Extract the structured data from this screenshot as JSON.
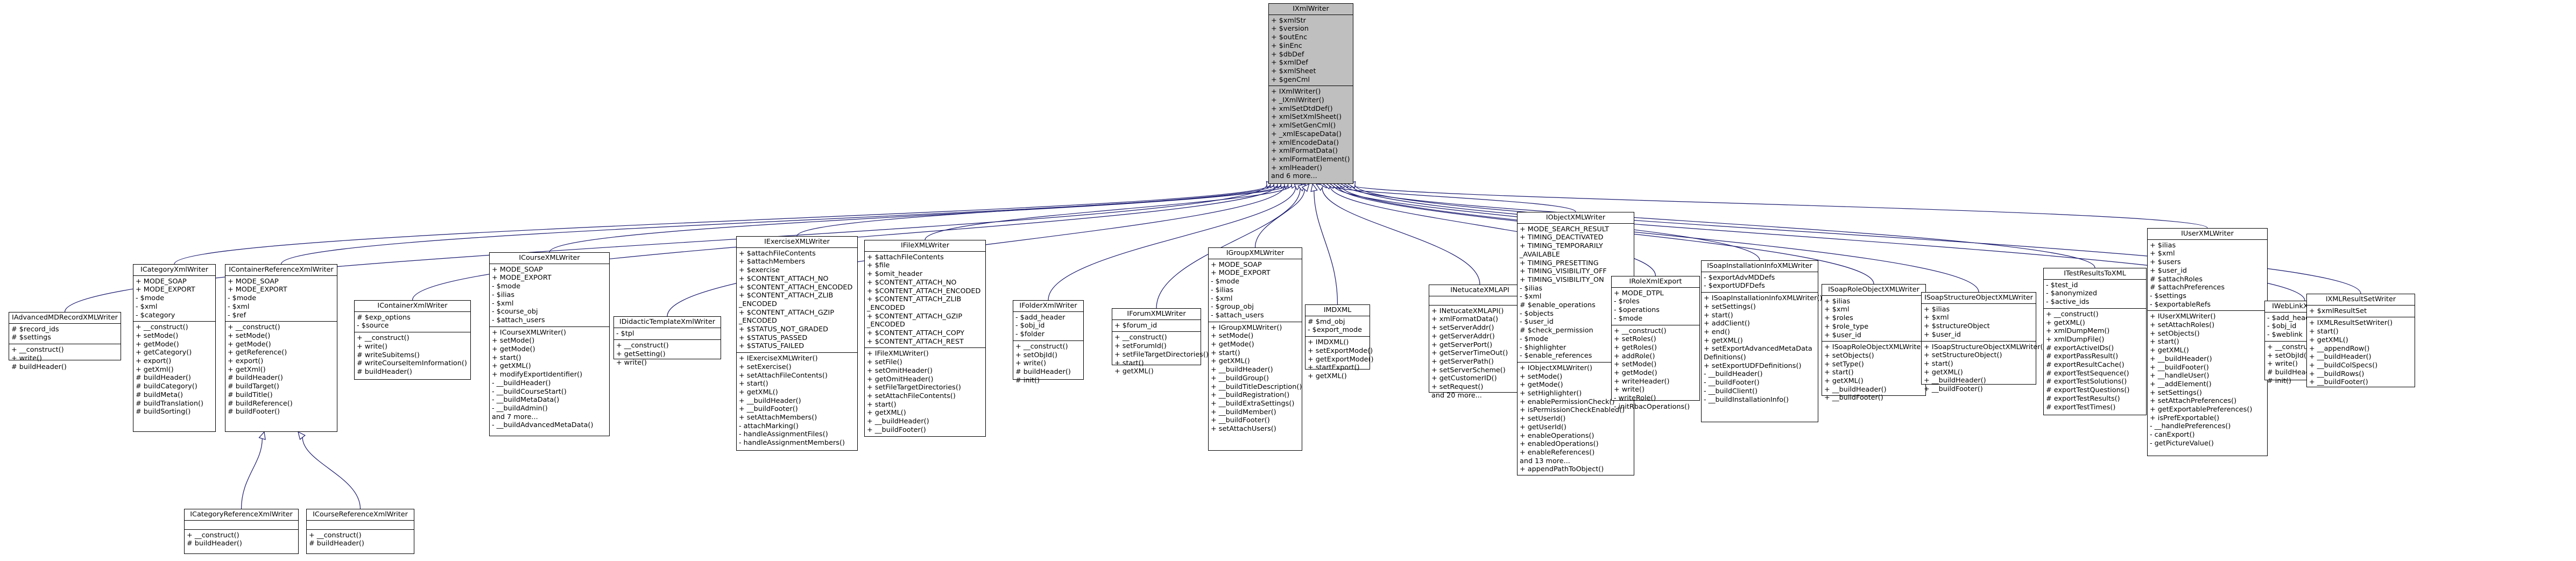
{
  "diagram": {
    "root": {
      "id": "root",
      "name": "IXmlWriter",
      "attributes": [
        "+ $xmlStr",
        "+ $version",
        "+ $outEnc",
        "+ $inEnc",
        "+ $dbDef",
        "+ $xmlDef",
        "+ $xmlSheet",
        "+ $genCml"
      ],
      "methods": [
        "+ IXmlWriter()",
        "+ _IXmlWriter()",
        "+ xmlSetDtdDef()",
        "+ xmlSetXmlSheet()",
        "+ xmlSetGenCml()",
        "+ _xmlEscapeData()",
        "+ xmlEncodeData()",
        "+ xmlFormatData()",
        "+ xmlFormatElement()",
        "+ xmlHeader()",
        "and 6 more..."
      ]
    },
    "children": [
      {
        "id": "c0",
        "name": "IAdvancedMDRecordXMLWriter",
        "attributes": [
          "# $record_ids",
          "# $settings"
        ],
        "methods": [
          "+ __construct()",
          "+ write()",
          "# buildHeader()"
        ]
      },
      {
        "id": "c1",
        "name": "ICategoryXmlWriter",
        "attributes": [
          "+ MODE_SOAP",
          "+ MODE_EXPORT",
          "- $mode",
          "- $xml",
          "- $category"
        ],
        "methods": [
          "+ __construct()",
          "+ setMode()",
          "+ getMode()",
          "+ getCategory()",
          "+ export()",
          "+ getXml()",
          "# buildHeader()",
          "# buildCategory()",
          "# buildMeta()",
          "# buildTranslation()",
          "# buildSorting()"
        ]
      },
      {
        "id": "c2",
        "name": "IContainerReferenceXmlWriter",
        "attributes": [
          "+ MODE_SOAP",
          "+ MODE_EXPORT",
          "- $mode",
          "- $xml",
          "- $ref"
        ],
        "methods": [
          "+ __construct()",
          "+ setMode()",
          "+ getMode()",
          "+ getReference()",
          "+ export()",
          "+ getXml()",
          "# buildHeader()",
          "# buildTarget()",
          "# buildTitle()",
          "# buildReference()",
          "# buildFooter()"
        ]
      },
      {
        "id": "c3",
        "name": "IContainerXmlWriter",
        "attributes": [
          "# $exp_options",
          "- $source"
        ],
        "methods": [
          "+ __construct()",
          "+ write()",
          "# writeSubitems()",
          "# writeCourseItemInformation()",
          "# buildHeader()"
        ]
      },
      {
        "id": "c4",
        "name": "ICourseXMLWriter",
        "attributes": [
          "+ MODE_SOAP",
          "+ MODE_EXPORT",
          "- $mode",
          "- $ilias",
          "- $xml",
          "- $course_obj",
          "- $attach_users"
        ],
        "methods": [
          "+ ICourseXMLWriter()",
          "+ setMode()",
          "+ getMode()",
          "+ start()",
          "+ getXML()",
          "+ modifyExportIdentifier()",
          "- __buildHeader()",
          "- __buildCourseStart()",
          "- __buildMetaData()",
          "- __buildAdmin()",
          "and 7 more...",
          "- __buildAdvancedMetaData()"
        ]
      },
      {
        "id": "c5",
        "name": "IDidacticTemplateXmlWriter",
        "attributes": [
          "- $tpl"
        ],
        "methods": [
          "+ __construct()",
          "+ getSetting()",
          "+ write()"
        ]
      },
      {
        "id": "c6",
        "name": "IExerciseXMLWriter",
        "attributes": [
          "+ $attachFileContents",
          "+ $attachMembers",
          "+ $exercise",
          "+ $CONTENT_ATTACH_NO",
          "+ $CONTENT_ATTACH_ENCODED",
          "+ $CONTENT_ATTACH_ZLIB",
          "_ENCODED",
          "+ $CONTENT_ATTACH_GZIP",
          "_ENCODED",
          "+ $STATUS_NOT_GRADED",
          "+ $STATUS_PASSED",
          "+ $STATUS_FAILED"
        ],
        "methods": [
          "+ IExerciseXMLWriter()",
          "+ setExercise()",
          "+ setAttachFileContents()",
          "+ start()",
          "+ getXML()",
          "+ __buildHeader()",
          "+ __buildFooter()",
          "+ setAttachMembers()",
          "- attachMarking()",
          "- handleAssignmentFiles()",
          "- handleAssignmentMembers()"
        ]
      },
      {
        "id": "c7",
        "name": "IFileXMLWriter",
        "attributes": [
          "+ $attachFileContents",
          "+ $file",
          "+ $omit_header",
          "+ $CONTENT_ATTACH_NO",
          "+ $CONTENT_ATTACH_ENCODED",
          "+ $CONTENT_ATTACH_ZLIB",
          "_ENCODED",
          "+ $CONTENT_ATTACH_GZIP",
          "_ENCODED",
          "+ $CONTENT_ATTACH_COPY",
          "+ $CONTENT_ATTACH_REST"
        ],
        "methods": [
          "+ IFileXMLWriter()",
          "+ setFile()",
          "+ setOmitHeader()",
          "+ getOmitHeader()",
          "+ setFileTargetDirectories()",
          "+ setAttachFileContents()",
          "+ start()",
          "+ getXML()",
          "+ __buildHeader()",
          "+ __buildFooter()"
        ]
      },
      {
        "id": "c8",
        "name": "IFolderXmlWriter",
        "attributes": [
          "- $add_header",
          "- $obj_id",
          "- $folder"
        ],
        "methods": [
          "+ __construct()",
          "+ setObjId()",
          "+ write()",
          "# buildHeader()",
          "# init()"
        ]
      },
      {
        "id": "c9",
        "name": "IForumXMLWriter",
        "attributes": [
          "+ $forum_id"
        ],
        "methods": [
          "+ __construct()",
          "+ setForumId()",
          "+ setFileTargetDirectories()",
          "+ start()",
          "+ getXML()"
        ]
      },
      {
        "id": "c10",
        "name": "IGroupXMLWriter",
        "attributes": [
          "+ MODE_SOAP",
          "+ MODE_EXPORT",
          "- $mode",
          "- $ilias",
          "- $xml",
          "- $group_obj",
          "- $attach_users"
        ],
        "methods": [
          "+ IGroupXMLWriter()",
          "+ setMode()",
          "+ getMode()",
          "+ start()",
          "+ getXML()",
          "+ __buildHeader()",
          "+ __buildGroup()",
          "+ __buildTitleDescription()",
          "+ __buildRegistration()",
          "+ __buildExtraSettings()",
          "+ __buildMember()",
          "+ __buildFooter()",
          "+ setAttachUsers()"
        ]
      },
      {
        "id": "c11",
        "name": "IMDXML",
        "attributes": [
          "# $md_obj",
          "- $export_mode"
        ],
        "methods": [
          "+ IMDXML()",
          "+ setExportMode()",
          "+ getExportMode()",
          "+ startExport()",
          "+ getXML()"
        ]
      },
      {
        "id": "c12",
        "name": "INetucateXMLAPI",
        "attributes": [],
        "methods": [
          "+ INetucateXMLAPI()",
          "+ xmlFormatData()",
          "+ setServerAddr()",
          "+ getServerAddr()",
          "+ getServerPort()",
          "+ getServerTimeOut()",
          "+ getServerPath()",
          "+ setServerScheme()",
          "+ getCustomerID()",
          "+ setRequest()",
          "and 20 more..."
        ]
      },
      {
        "id": "c13",
        "name": "IObjectXMLWriter",
        "attributes": [
          "+ MODE_SEARCH_RESULT",
          "+ TIMING_DEACTIVATED",
          "+ TIMING_TEMPORARILY",
          "_AVAILABLE",
          "+ TIMING_PRESETTING",
          "+ TIMING_VISIBILITY_OFF",
          "+ TIMING_VISIBILITY_ON",
          "- $ilias",
          "- $xml",
          "# $enable_operations",
          "- $objects",
          "- $user_id",
          "# $check_permission",
          "- $mode",
          "- $highlighter",
          "- $enable_references"
        ],
        "methods": [
          "+ IObjectXMLWriter()",
          "+ setMode()",
          "+ getMode()",
          "+ setHighlighter()",
          "+ enablePermissionCheck()",
          "+ isPermissionCheckEnabled()",
          "+ setUserId()",
          "+ getUserId()",
          "+ enableOperations()",
          "+ enabledOperations()",
          "+ enableReferences()",
          "and 13 more...",
          "+ appendPathToObject()"
        ]
      },
      {
        "id": "c14",
        "name": "IRoleXmlExport",
        "attributes": [
          "+ MODE_DTPL",
          "- $roles",
          "- $operations",
          "- $mode"
        ],
        "methods": [
          "+ __construct()",
          "+ setRoles()",
          "+ getRoles()",
          "+ addRole()",
          "+ setMode()",
          "+ getMode()",
          "+ writeHeader()",
          "+ write()",
          "- writeRole()",
          "- initRbacOperations()"
        ]
      },
      {
        "id": "c15",
        "name": "ISoapInstallationInfoXMLWriter",
        "attributes": [
          "- $exportAdvMDDefs",
          "- $exportUDFDefs"
        ],
        "methods": [
          "+ ISoapInstallationInfoXMLWriter()",
          "+ setSettings()",
          "+ start()",
          "+ addClient()",
          "+ end()",
          "+ getXML()",
          "+ setExportAdvancedMetaData",
          "Definitions()",
          "+ setExportUDFDefinitions()",
          "- __buildHeader()",
          "- __buildFooter()",
          "- __buildClient()",
          "- __buildInstallationInfo()"
        ]
      },
      {
        "id": "c16",
        "name": "ISoapRoleObjectXMLWriter",
        "attributes": [
          "+ $ilias",
          "+ $xml",
          "+ $roles",
          "+ $role_type",
          "+ $user_id"
        ],
        "methods": [
          "+ ISoapRoleObjectXMLWriter()",
          "+ setObjects()",
          "+ setType()",
          "+ start()",
          "+ getXML()",
          "+ __buildHeader()",
          "+ __buildFooter()"
        ]
      },
      {
        "id": "c17",
        "name": "ISoapStructureObjectXMLWriter",
        "attributes": [
          "+ $ilias",
          "+ $xml",
          "+ $structureObject",
          "+ $user_id"
        ],
        "methods": [
          "+ ISoapStructureObjectXMLWriter()",
          "+ setStructureObject()",
          "+ start()",
          "+ getXML()",
          "+ __buildHeader()",
          "+ __buildFooter()"
        ]
      },
      {
        "id": "c18",
        "name": "ITestResultsToXML",
        "attributes": [
          "- $test_id",
          "- $anonymized",
          "- $active_ids"
        ],
        "methods": [
          "+ __construct()",
          "+ getXML()",
          "+ xmlDumpMem()",
          "+ xmlDumpFile()",
          "# exportActiveIDs()",
          "# exportPassResult()",
          "# exportResultCache()",
          "# exportTestSequence()",
          "# exportTestSolutions()",
          "# exportTestQuestions()",
          "# exportTestResults()",
          "# exportTestTimes()"
        ]
      },
      {
        "id": "c19",
        "name": "IUserXMLWriter",
        "attributes": [
          "+ $ilias",
          "+ $xml",
          "+ $users",
          "+ $user_id",
          "# $attachRoles",
          "# $attachPreferences",
          "- $settings",
          "- $exportableRefs"
        ],
        "methods": [
          "+ IUserXMLWriter()",
          "+ setAttachRoles()",
          "+ setObjects()",
          "+ start()",
          "+ getXML()",
          "+ __buildHeader()",
          "+ __buildFooter()",
          "+ __handleUser()",
          "+ __addElement()",
          "+ setSettings()",
          "+ setAttachPreferences()",
          "+ getExportablePreferences()",
          "+ isPrefExportable()",
          "- __handlePreferences()",
          "- canExport()",
          "- getPictureValue()"
        ]
      },
      {
        "id": "c20",
        "name": "IWebLinkXmlWriter",
        "attributes": [
          "- $add_header",
          "- $obj_id",
          "- $weblink"
        ],
        "methods": [
          "+ __construct()",
          "+ setObjId()",
          "+ write()",
          "# buildHeader()",
          "# init()"
        ]
      },
      {
        "id": "c21",
        "name": "IXMLResultSetWriter",
        "attributes": [
          "+ $xmlResultSet"
        ],
        "methods": [
          "+ IXMLResultSetWriter()",
          "+ start()",
          "+ getXML()",
          "+ __appendRow()",
          "+ __buildHeader()",
          "+ __buildColSpecs()",
          "+ __buildRows()",
          "+ __buildFooter()"
        ]
      }
    ],
    "grandchildren": [
      {
        "id": "g0",
        "parent": "c2",
        "name": "ICategoryReferenceXmlWriter",
        "attributes": [],
        "methods": [
          "+ __construct()",
          "# buildHeader()"
        ]
      },
      {
        "id": "g1",
        "parent": "c2",
        "name": "ICourseReferenceXmlWriter",
        "attributes": [],
        "methods": [
          "+ __construct()",
          "# buildHeader()"
        ]
      }
    ],
    "colors": {
      "edge": "#191970",
      "root_fill": "#bfbfbf",
      "box_fill": "#ffffff",
      "border": "#000000"
    }
  }
}
